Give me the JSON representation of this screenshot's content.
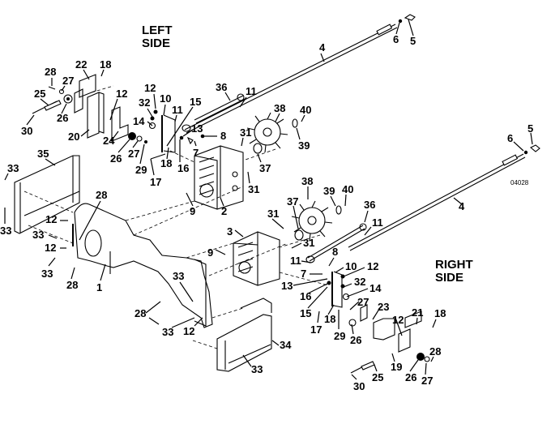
{
  "diagram": {
    "title": "Exploded parts diagram - hydrostat pump / transmission mounting",
    "figure_id": "04028",
    "side_labels": {
      "left": [
        "LEFT",
        "SIDE"
      ],
      "right": [
        "RIGHT",
        "SIDE"
      ]
    },
    "callouts_left": [
      {
        "n": "28"
      },
      {
        "n": "22"
      },
      {
        "n": "18"
      },
      {
        "n": "27"
      },
      {
        "n": "25"
      },
      {
        "n": "26"
      },
      {
        "n": "30"
      },
      {
        "n": "20"
      },
      {
        "n": "12"
      },
      {
        "n": "24"
      },
      {
        "n": "26"
      },
      {
        "n": "27"
      },
      {
        "n": "29"
      },
      {
        "n": "17"
      },
      {
        "n": "12"
      },
      {
        "n": "32"
      },
      {
        "n": "10"
      },
      {
        "n": "14"
      },
      {
        "n": "11"
      },
      {
        "n": "15"
      },
      {
        "n": "18"
      },
      {
        "n": "16"
      },
      {
        "n": "36"
      },
      {
        "n": "11"
      },
      {
        "n": "13"
      },
      {
        "n": "8"
      },
      {
        "n": "7"
      },
      {
        "n": "31"
      },
      {
        "n": "38"
      },
      {
        "n": "40"
      },
      {
        "n": "39"
      },
      {
        "n": "37"
      },
      {
        "n": "31"
      },
      {
        "n": "9"
      },
      {
        "n": "2"
      },
      {
        "n": "4"
      },
      {
        "n": "6"
      },
      {
        "n": "5"
      }
    ],
    "callouts_frame": [
      {
        "n": "35"
      },
      {
        "n": "33"
      },
      {
        "n": "33"
      },
      {
        "n": "28"
      },
      {
        "n": "12"
      },
      {
        "n": "33"
      },
      {
        "n": "12"
      },
      {
        "n": "33"
      },
      {
        "n": "28"
      },
      {
        "n": "1"
      },
      {
        "n": "33"
      },
      {
        "n": "28"
      },
      {
        "n": "33"
      },
      {
        "n": "12"
      },
      {
        "n": "34"
      },
      {
        "n": "33"
      }
    ],
    "callouts_right": [
      {
        "n": "6"
      },
      {
        "n": "5"
      },
      {
        "n": "4"
      },
      {
        "n": "38"
      },
      {
        "n": "39"
      },
      {
        "n": "40"
      },
      {
        "n": "37"
      },
      {
        "n": "36"
      },
      {
        "n": "31"
      },
      {
        "n": "11"
      },
      {
        "n": "3"
      },
      {
        "n": "31"
      },
      {
        "n": "9"
      },
      {
        "n": "8"
      },
      {
        "n": "11"
      },
      {
        "n": "7"
      },
      {
        "n": "10"
      },
      {
        "n": "12"
      },
      {
        "n": "13"
      },
      {
        "n": "32"
      },
      {
        "n": "16"
      },
      {
        "n": "14"
      },
      {
        "n": "15"
      },
      {
        "n": "27"
      },
      {
        "n": "18"
      },
      {
        "n": "23"
      },
      {
        "n": "17"
      },
      {
        "n": "29"
      },
      {
        "n": "26"
      },
      {
        "n": "12"
      },
      {
        "n": "21"
      },
      {
        "n": "18"
      },
      {
        "n": "19"
      },
      {
        "n": "28"
      },
      {
        "n": "25"
      },
      {
        "n": "26"
      },
      {
        "n": "27"
      },
      {
        "n": "30"
      }
    ]
  }
}
